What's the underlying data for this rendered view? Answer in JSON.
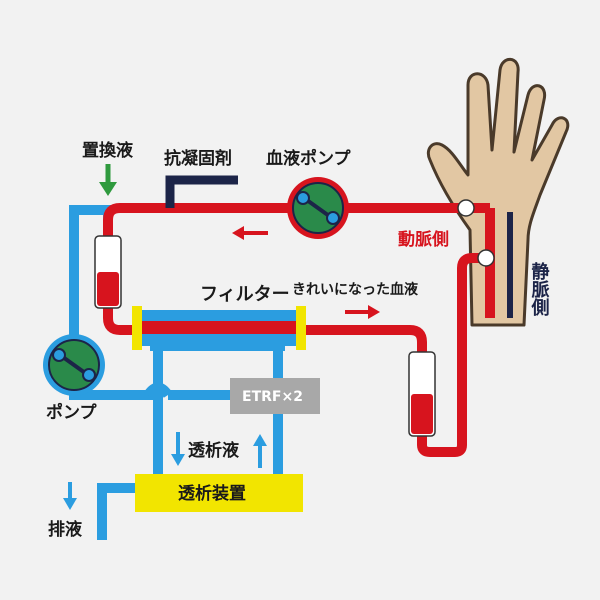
{
  "labels": {
    "replacement_fluid": "置換液",
    "anticoagulant": "抗凝固剤",
    "blood_pump": "血液ポンプ",
    "artery_side": "動脈側",
    "vein_side": "静脈側",
    "filter": "フィルター",
    "clean_blood": "きれいになった血液",
    "pump": "ポンプ",
    "etrf": "ETRF×2",
    "dialysate": "透析液",
    "dialysis_machine": "透析装置",
    "drainage": "排液"
  },
  "colors": {
    "blood": "#d7141e",
    "dialysate": "#2b9de0",
    "navy": "#1c2448",
    "green": "#2a8a4a",
    "yellow": "#f2e500",
    "etrf_gray": "#a8a8a8",
    "skin": "#e2c7a3",
    "skin_outline": "#4a3a2a",
    "arrow_green": "#2f9a3e"
  },
  "icons": {
    "blood_pump": "roller-pump-icon",
    "pump": "roller-pump-icon",
    "hand": "hand-icon"
  }
}
